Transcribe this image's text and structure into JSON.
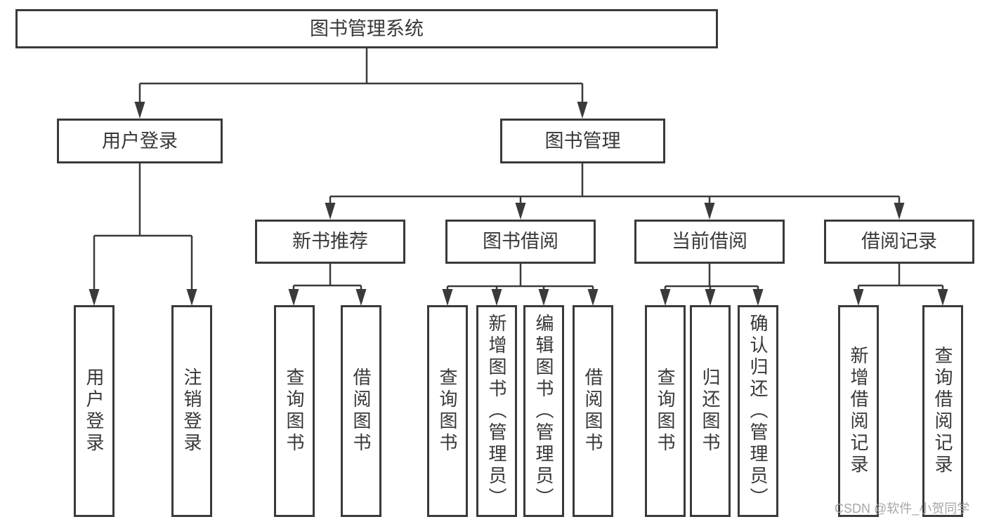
{
  "diagram_title": "图书管理系统",
  "tree": {
    "label": "图书管理系统",
    "children": [
      {
        "label": "用户登录",
        "children": [
          {
            "label": "用户登录"
          },
          {
            "label": "注销登录"
          }
        ]
      },
      {
        "label": "图书管理",
        "children": [
          {
            "label": "新书推荐",
            "children": [
              {
                "label": "查询图书"
              },
              {
                "label": "借阅图书"
              }
            ]
          },
          {
            "label": "图书借阅",
            "children": [
              {
                "label": "查询图书"
              },
              {
                "label": "新增图书（管理员）"
              },
              {
                "label": "编辑图书（管理员）"
              },
              {
                "label": "借阅图书"
              }
            ]
          },
          {
            "label": "当前借阅",
            "children": [
              {
                "label": "查询图书"
              },
              {
                "label": "归还图书"
              },
              {
                "label": "确认归还（管理员）"
              }
            ]
          },
          {
            "label": "借阅记录",
            "children": [
              {
                "label": "新增借阅记录"
              },
              {
                "label": "查询借阅记录"
              }
            ]
          }
        ]
      }
    ]
  },
  "watermark": {
    "text": "CSDN @软件_小贺同学"
  },
  "colors": {
    "line": "#3a3a3a",
    "box_border": "#3a3a3a",
    "text": "#383838",
    "watermark": "#a6a6a6",
    "background": "#ffffff"
  }
}
